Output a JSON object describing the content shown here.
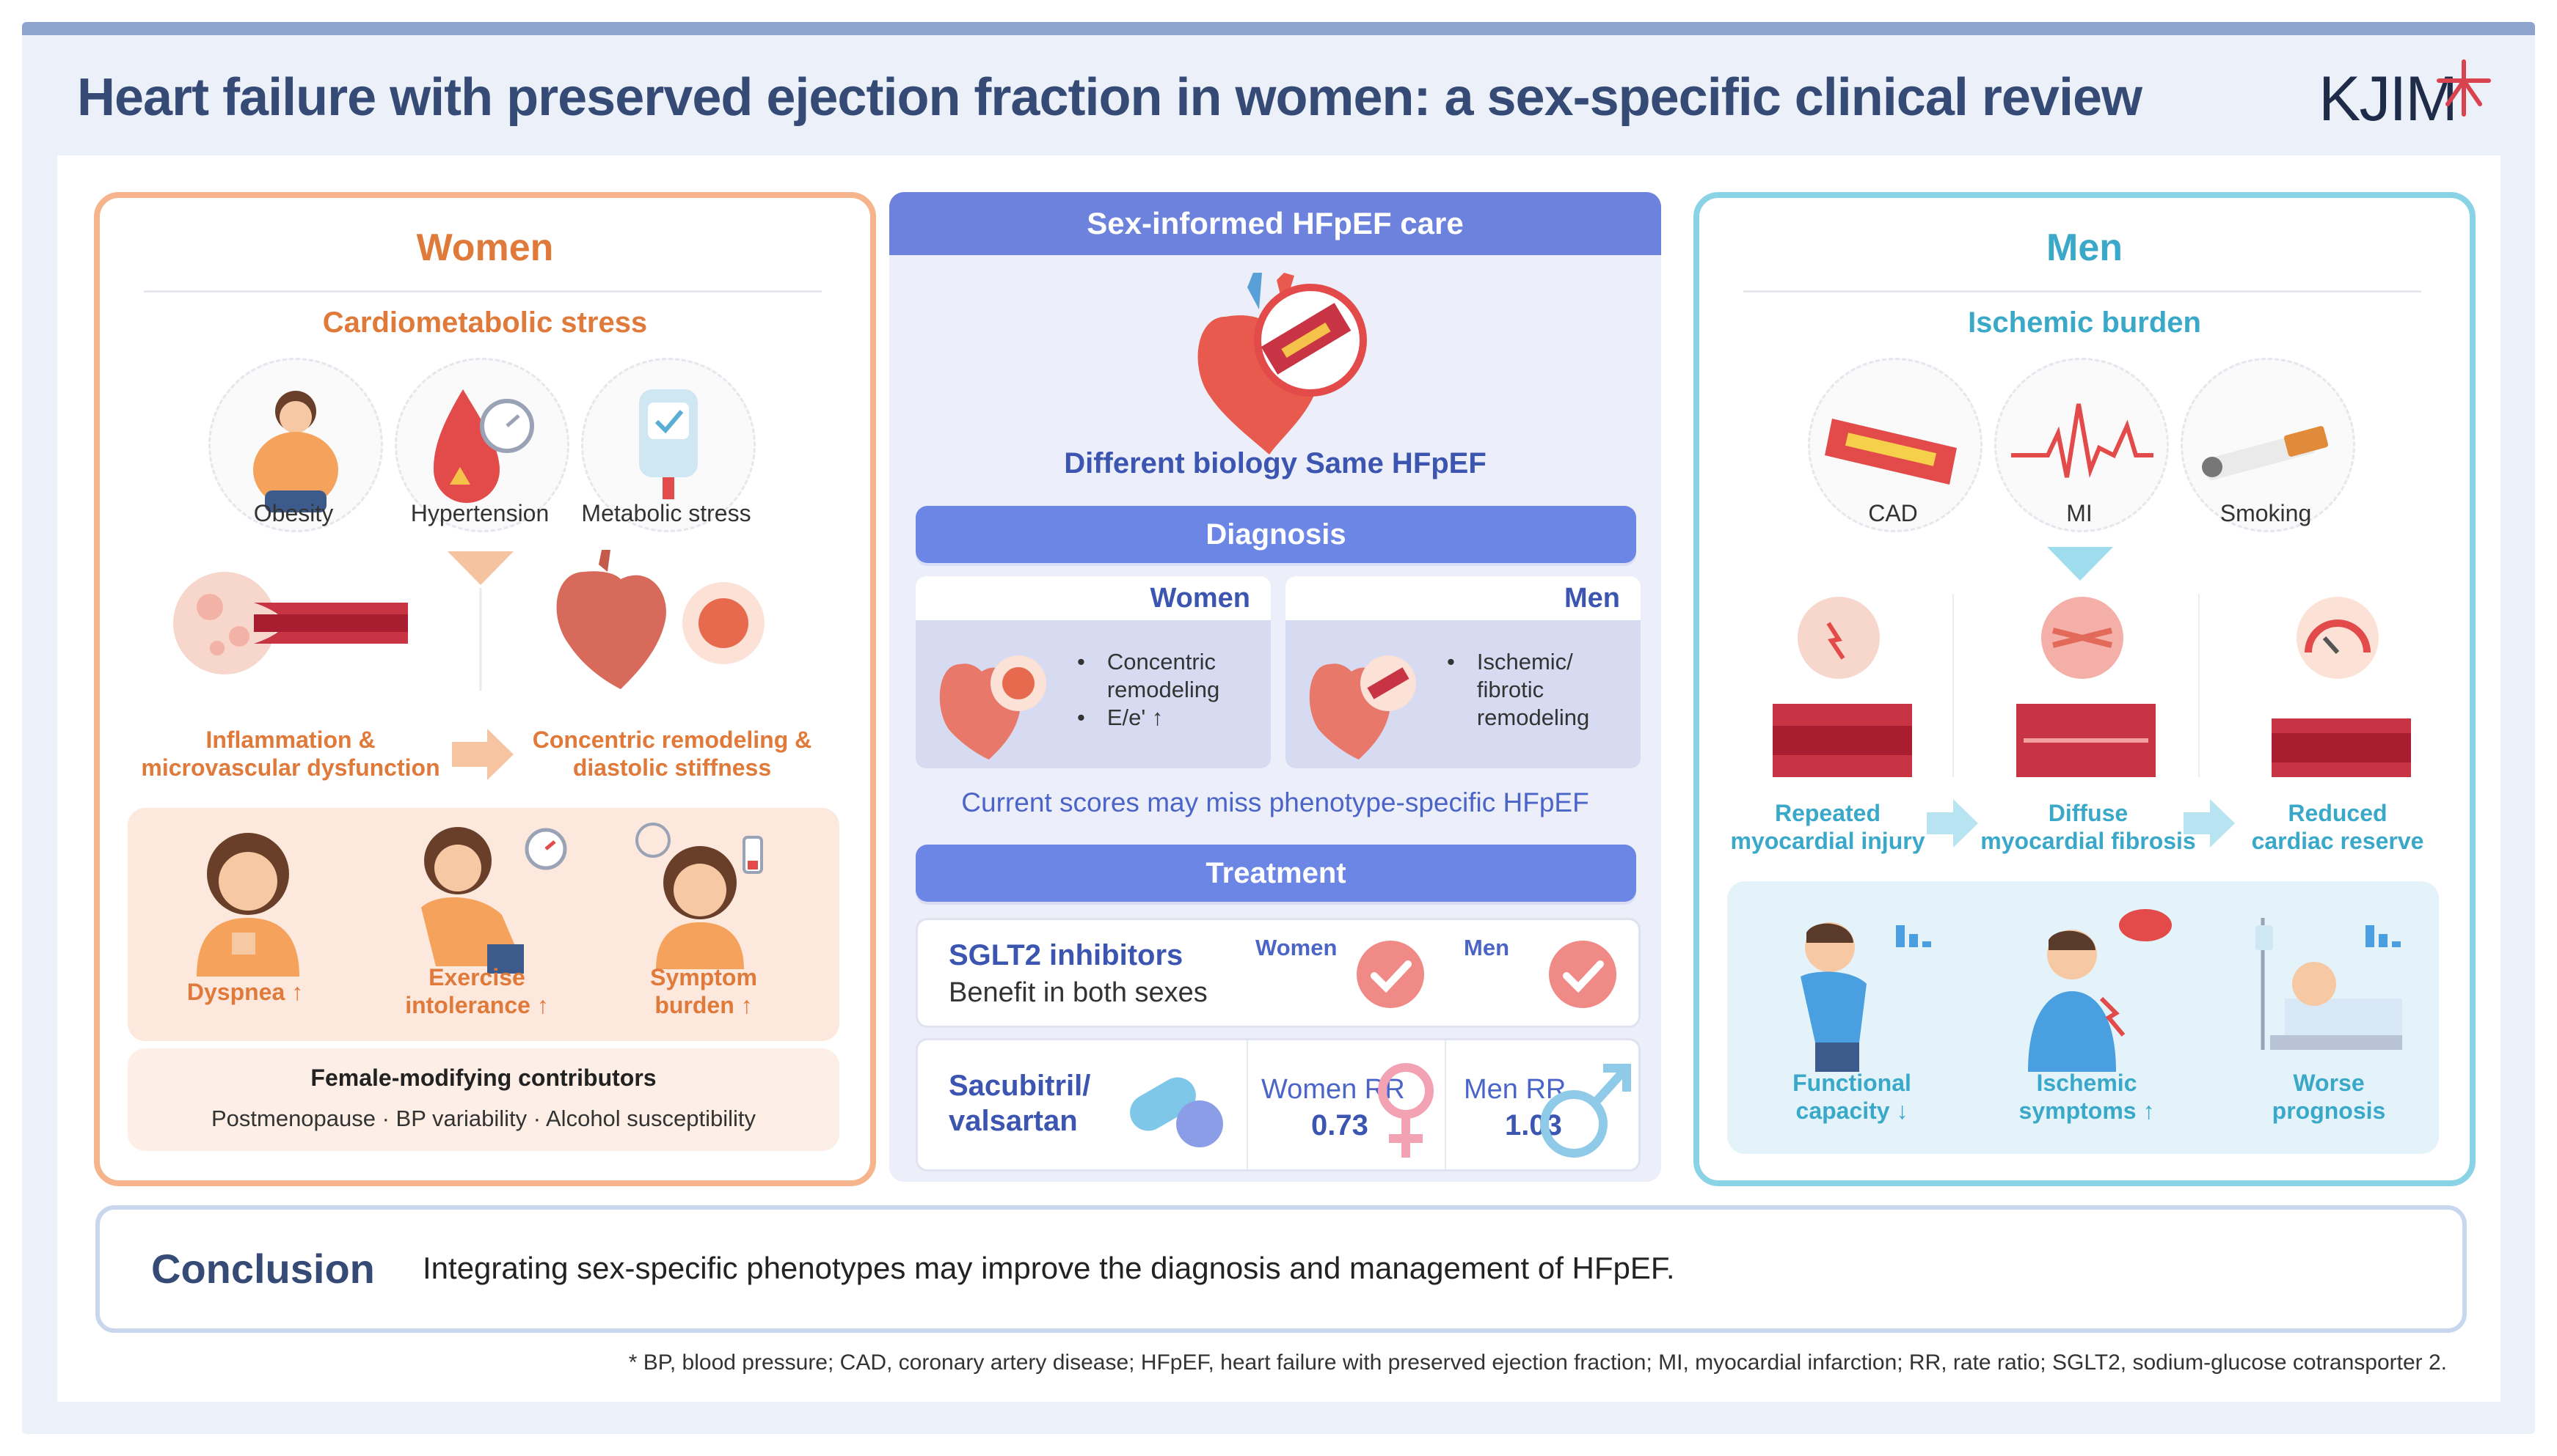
{
  "title": "Heart failure with preserved ejection fraction in women: a sex-specific clinical review",
  "logo": "KJIM",
  "women": {
    "heading": "Women",
    "subheading": "Cardiometabolic stress",
    "risk_factors": [
      "Obesity",
      "Hypertension",
      "Metabolic stress"
    ],
    "mechanism_1": "Inflammation &\nmicrovascular dysfunction",
    "mechanism_2": "Concentric remodeling &\ndiastolic stiffness",
    "symptoms": [
      "Dyspnea ↑",
      "Exercise\nintolerance ↑",
      "Symptom\nburden ↑"
    ],
    "contributors_title": "Female-modifying contributors",
    "contributors_text": "Postmenopause · BP variability · Alcohol susceptibility"
  },
  "center": {
    "heading": "Sex-informed HFpEF care",
    "caption": "Different biology Same HFpEF",
    "diagnosis_label": "Diagnosis",
    "diagnosis_women_head": "Women",
    "diagnosis_women_bullets": [
      "Concentric\nremodeling",
      "E/e' ↑"
    ],
    "diagnosis_men_head": "Men",
    "diagnosis_men_bullets": [
      "Ischemic/\nfibrotic\nremodeling"
    ],
    "diagnosis_note": "Current scores may miss phenotype-specific HFpEF",
    "treatment_label": "Treatment",
    "sglt2_title": "SGLT2 inhibitors",
    "sglt2_sub": "Benefit in both sexes",
    "sglt2_women": "Women",
    "sglt2_men": "Men",
    "sacubitril_title": "Sacubitril/\nvalsartan",
    "women_rr_label": "Women RR",
    "women_rr_value": "0.73",
    "men_rr_label": "Men RR",
    "men_rr_value": "1.03"
  },
  "men": {
    "heading": "Men",
    "subheading": "Ischemic burden",
    "risk_factors": [
      "CAD",
      "MI",
      "Smoking"
    ],
    "mechanisms": [
      "Repeated\nmyocardial injury",
      "Diffuse\nmyocardial fibrosis",
      "Reduced\ncardiac reserve"
    ],
    "outcomes": [
      "Functional\ncapacity ↓",
      "Ischemic\nsymptoms ↑",
      "Worse\nprognosis"
    ]
  },
  "conclusion": {
    "label": "Conclusion",
    "text": "Integrating sex-specific phenotypes may improve the diagnosis and management of HFpEF."
  },
  "footnote": "* BP, blood pressure; CAD, coronary artery disease; HFpEF, heart failure with preserved ejection fraction; MI, myocardial infarction; RR, rate ratio; SGLT2, sodium-glucose cotransporter 2.",
  "colors": {
    "women_accent": "#e07a3a",
    "men_accent": "#3aa8c8",
    "center_accent": "#6c82dc",
    "title": "#354b75"
  }
}
